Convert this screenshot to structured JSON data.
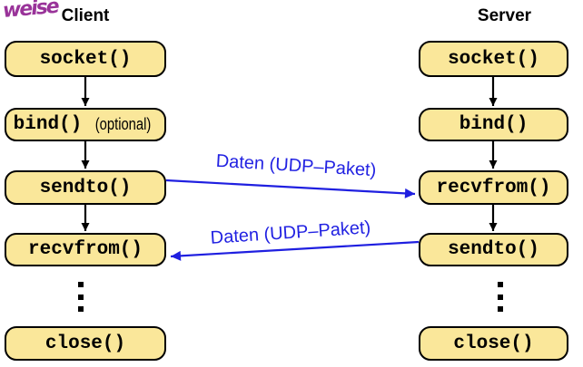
{
  "logo": {
    "text": "weise",
    "color": "#993399"
  },
  "client": {
    "title": "Client",
    "boxes": [
      {
        "label": "socket()"
      },
      {
        "label": "bind()",
        "note": "(optional)"
      },
      {
        "label": "sendto()"
      },
      {
        "label": "recvfrom()"
      },
      {
        "label": "close()"
      }
    ]
  },
  "server": {
    "title": "Server",
    "boxes": [
      {
        "label": "socket()"
      },
      {
        "label": "bind()"
      },
      {
        "label": "recvfrom()"
      },
      {
        "label": "sendto()"
      },
      {
        "label": "close()"
      }
    ]
  },
  "messages": [
    {
      "label": "Daten (UDP–Paket)",
      "from": "client sendto()",
      "to": "server recvfrom()"
    },
    {
      "label": "Daten (UDP–Paket)",
      "from": "server sendto()",
      "to": "client recvfrom()"
    }
  ],
  "colors": {
    "box_fill": "#FAE79A",
    "box_border": "#000000",
    "flow_arrow": "#000000",
    "message_arrow": "#1F1FE0",
    "message_label": "#2222E2",
    "logo": "#993399"
  }
}
